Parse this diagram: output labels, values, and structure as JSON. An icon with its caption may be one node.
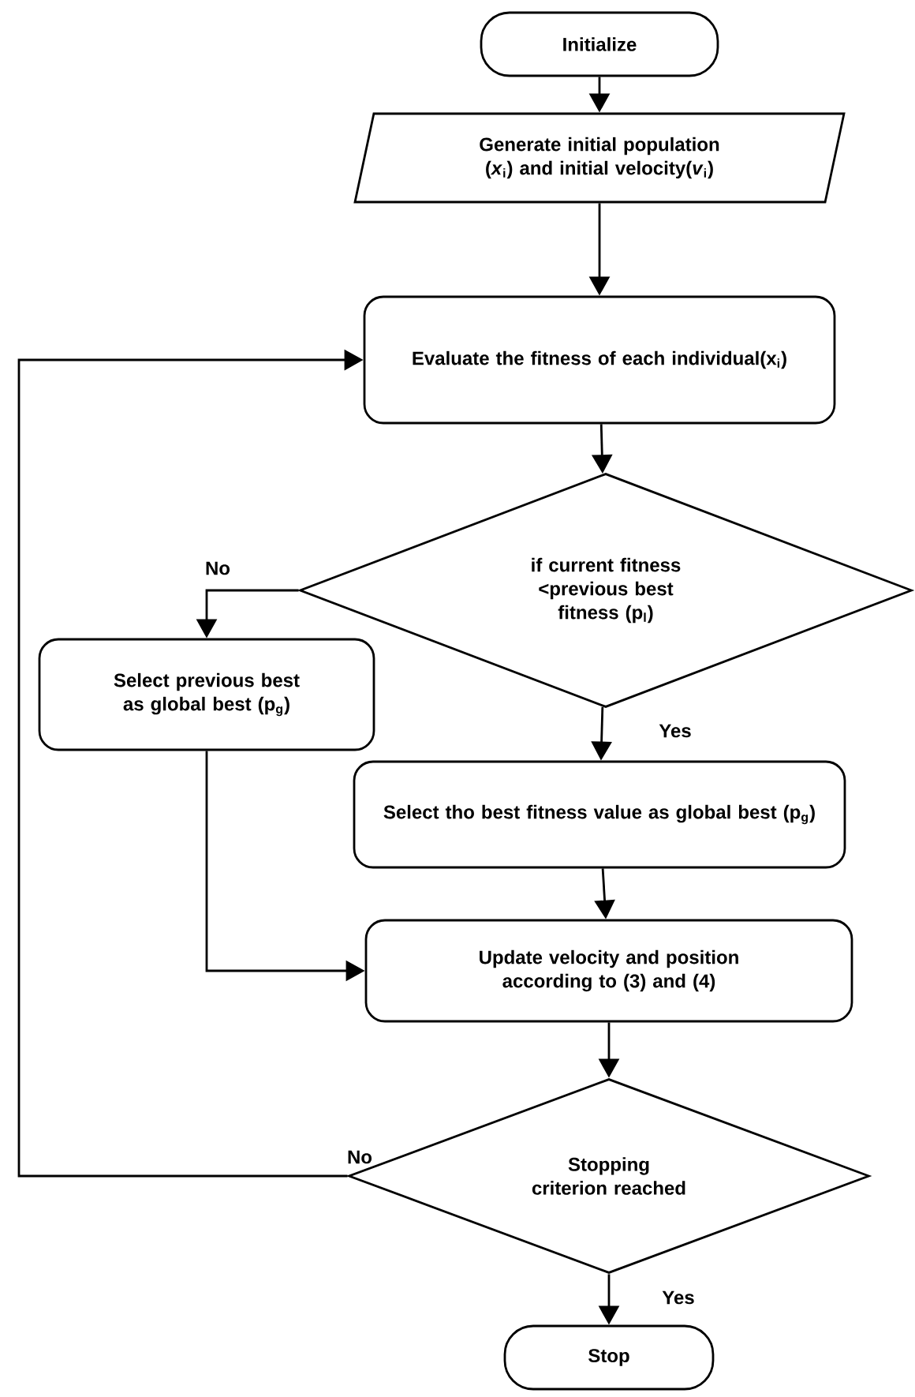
{
  "diagram": {
    "nodes": [
      {
        "text": [
          "Initialize"
        ]
      },
      {
        "text": [
          "Generate initial population (*x*$_{i}$) and initial velocity(*v*$_{i}$)"
        ]
      },
      {
        "text": [
          "Evaluate the fitness  of each individual(x$_{i}$)"
        ]
      },
      {
        "text": [
          "if  current fitness <previous best fitness (p$_{l}$)"
        ]
      },
      {
        "text": [
          "Select previous best as global best (p$_{g}$)"
        ]
      },
      {
        "text": [
          "Select tho best fitness value as global best (p$_{g}$)"
        ]
      },
      {
        "text": [
          "Update velocity and position according to (3) and (4)"
        ]
      },
      {
        "text": [
          "Stopping criterion reached"
        ]
      },
      {
        "text": [
          "Stop"
        ]
      }
    ],
    "edges": [
      {
        "from": 0,
        "to": 1,
        "arrow": "to"
      },
      {
        "from": 1,
        "to": 2,
        "arrow": "to"
      },
      {
        "from": 2,
        "to": 3,
        "arrow": "to"
      },
      {
        "from": 3,
        "to": 4,
        "arrow": "to",
        "label": "No"
      },
      {
        "from": 3,
        "to": 5,
        "arrow": "to",
        "label": "Yes"
      },
      {
        "from": 5,
        "to": 6,
        "arrow": "to"
      },
      {
        "from": 4,
        "to": 6,
        "arrow": "to"
      },
      {
        "from": 6,
        "to": 7,
        "arrow": "to"
      },
      {
        "from": 7,
        "to": 8,
        "arrow": "to",
        "label": "Yes"
      },
      {
        "from": 7,
        "to": 2,
        "arrow": "to",
        "label": "No"
      }
    ]
  }
}
